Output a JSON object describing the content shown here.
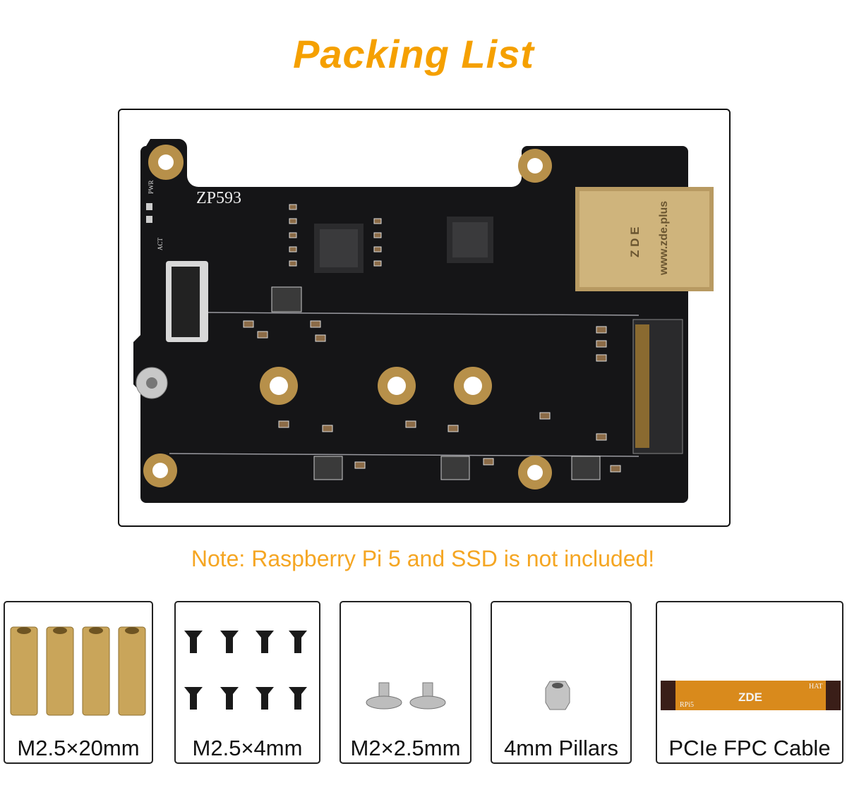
{
  "title": "Packing List",
  "board": {
    "model_label": "ZP593",
    "led_labels": [
      "PWR",
      "ACT"
    ],
    "jack_brand": "Z D E",
    "jack_url": "www.zde.plus"
  },
  "note": "Note: Raspberry Pi 5 and SSD is not included!",
  "items": [
    {
      "label": "M2.5×20mm"
    },
    {
      "label": "M2.5×4mm"
    },
    {
      "label": "M2×2.5mm"
    },
    {
      "label": "4mm Pillars"
    },
    {
      "label": "PCIe FPC Cable",
      "cable_text": {
        "center": "ZDE",
        "left": "RPi5",
        "right": "HAT"
      }
    }
  ],
  "colors": {
    "accent": "#f5a000",
    "note": "#f5a623",
    "pcb": "#151517",
    "brass": "#c9a55a",
    "cable": "#d98a1c"
  }
}
